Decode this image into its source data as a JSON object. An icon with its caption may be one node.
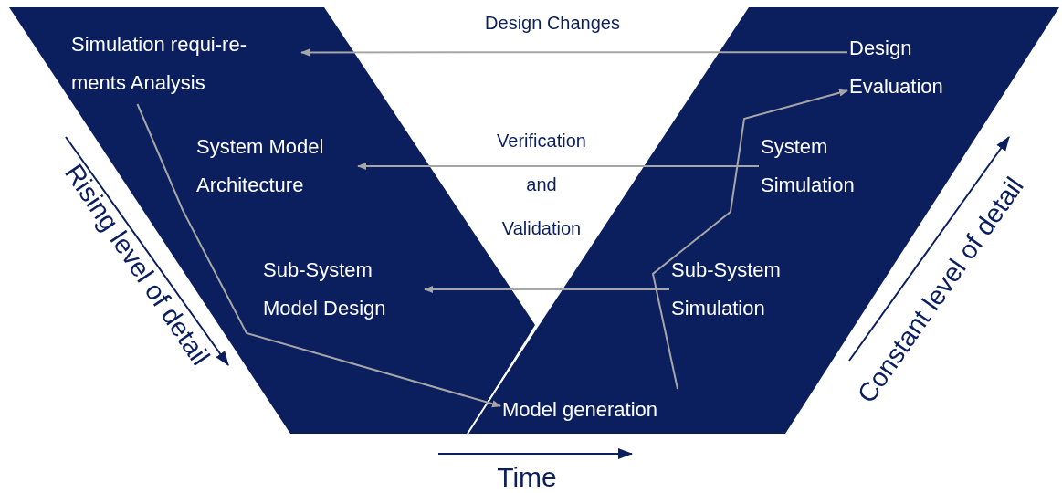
{
  "diagram": {
    "nodes": [
      {
        "text": [
          "Simulation requi-re- ments Analysis"
        ]
      },
      {
        "text": [
          "System Model Architecture"
        ]
      },
      {
        "text": [
          "Sub-System Model Design"
        ]
      },
      {
        "text": [
          "Model generation"
        ]
      },
      {
        "text": [
          "Design Evaluation"
        ]
      },
      {
        "text": [
          "System Simulation"
        ]
      },
      {
        "text": [
          "Sub-System Simulation"
        ]
      }
    ],
    "edges": [
      {
        "from": 4,
        "to": 0,
        "arrow": "to",
        "label": "Design Changes"
      },
      {
        "from": 5,
        "to": 1,
        "arrow": "to"
      },
      {
        "from": 6,
        "to": 2,
        "arrow": "to"
      },
      {
        "from": 0,
        "to": 3,
        "arrow": "to"
      },
      {
        "from": 3,
        "to": 4,
        "arrow": "to"
      }
    ],
    "labels": [
      "Verification and Validation",
      "Rising level of detail",
      "Constant level of detail",
      "Time"
    ]
  }
}
